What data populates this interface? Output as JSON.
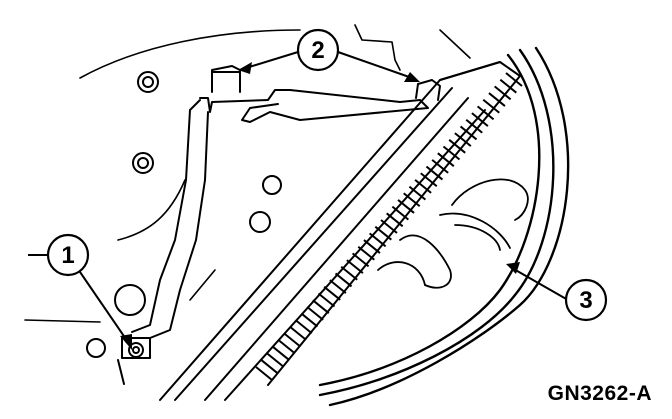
{
  "figure_id": "GN3262-A",
  "callouts": [
    {
      "label": "1"
    },
    {
      "label": "2"
    },
    {
      "label": "3"
    }
  ],
  "colors": {
    "line": "#000000",
    "background": "#ffffff"
  }
}
